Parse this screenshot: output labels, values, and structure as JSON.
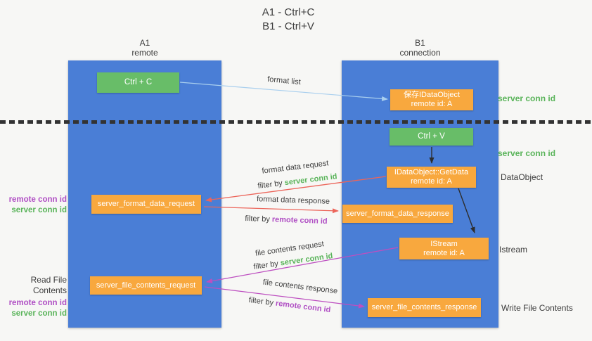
{
  "title": {
    "line1": "A1 - Ctrl+C",
    "line2": "B1 - Ctrl+V"
  },
  "lanes": {
    "left": {
      "title": "A1",
      "subtitle": "remote"
    },
    "right": {
      "title": "B1",
      "subtitle": "connection"
    }
  },
  "nodes": {
    "ctrl_c": {
      "label": "Ctrl + C"
    },
    "save_idataobject": {
      "line1": "保存IDataObject",
      "line2": "remote id: A"
    },
    "ctrl_v": {
      "label": "Ctrl + V"
    },
    "getdata": {
      "line1": "IDataObject::GetData",
      "line2": "remote id: A"
    },
    "format_request": {
      "label": "server_format_data_request"
    },
    "format_response": {
      "label": "server_format_data_response"
    },
    "istream": {
      "line1": "IStream",
      "line2": "remote id: A"
    },
    "file_request": {
      "label": "server_file_contents_request"
    },
    "file_response": {
      "label": "server_file_contents_response"
    }
  },
  "annotations": {
    "right": {
      "server_conn_id_top": "server conn id",
      "server_conn_id_mid": "server conn id",
      "dataobject": "DataObject",
      "istream": "Istream",
      "write_file_contents": "Write File Contents"
    },
    "left": {
      "remote_conn_id_1": "remote conn id",
      "server_conn_id_1": "server conn id",
      "read_file_contents": "Read File Contents",
      "remote_conn_id_2": "remote conn id",
      "server_conn_id_2": "server conn id"
    }
  },
  "arrows": {
    "format_list": {
      "label": "format list"
    },
    "format_data_request": {
      "label": "format data request",
      "filter_prefix": "filter by",
      "filter_key": "server conn id"
    },
    "format_data_response": {
      "label": "format data response",
      "filter_prefix": "filter by",
      "filter_key": "remote conn id"
    },
    "file_contents_request": {
      "label": "file contents request",
      "filter_prefix": "filter by",
      "filter_key": "server conn id"
    },
    "file_contents_response": {
      "label": "file contents response",
      "filter_prefix": "filter by",
      "filter_key": "remote conn id"
    }
  },
  "colors": {
    "lane_blue": "#4a7ed6",
    "node_green": "#68bd68",
    "node_orange": "#f8a83e",
    "arrow_lightblue": "#a9cfee",
    "arrow_red": "#ec655a",
    "arrow_magenta": "#bd4fc0",
    "arrow_black": "#2d2d2d",
    "text_green": "#5ab45a",
    "text_purple": "#b04fc4",
    "text_dark": "#3d3d3d",
    "background": "#f7f7f5"
  }
}
